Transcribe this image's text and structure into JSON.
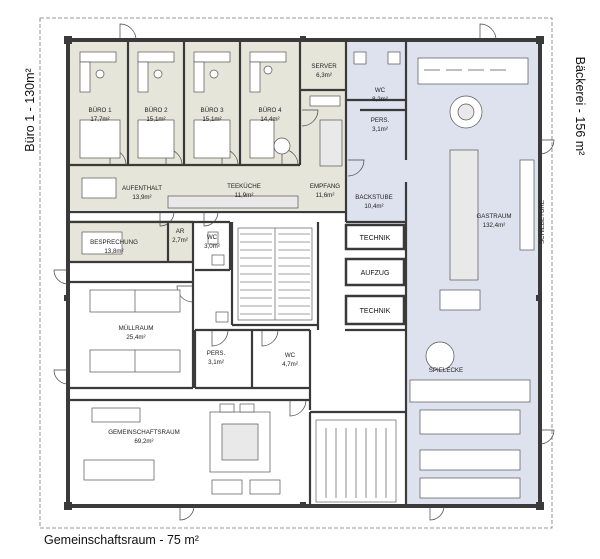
{
  "sides": {
    "left": "Büro 1 - 130m²",
    "right": "Bäckerei - 156 m²",
    "bottom": "Gemeinschaftsraum - 75 m²"
  },
  "rooms": {
    "buero1": {
      "name": "BÜRO 1",
      "area": "17,7m²"
    },
    "buero2": {
      "name": "BÜRO 2",
      "area": "15,1m²"
    },
    "buero3": {
      "name": "BÜRO 3",
      "area": "15,1m²"
    },
    "buero4": {
      "name": "BÜRO 4",
      "area": "14,4m²"
    },
    "server": {
      "name": "SERVER",
      "area": "6,3m²"
    },
    "wc_top": {
      "name": "WC",
      "area": "8,2m²"
    },
    "pers_top": {
      "name": "PERS.",
      "area": "3,1m²"
    },
    "aufenthalt": {
      "name": "AUFENTHALT",
      "area": "13,9m²"
    },
    "teekueche": {
      "name": "TEEKÜCHE",
      "area": "11,9m²"
    },
    "empfang": {
      "name": "EMPFANG",
      "area": "11,6m²"
    },
    "backstube": {
      "name": "BACKSTUBE",
      "area": "10,4m²"
    },
    "gastraum": {
      "name": "GASTRAUM",
      "area": "132,4m²"
    },
    "besprechung": {
      "name": "BESPRECHUNG",
      "area": "13,8m²"
    },
    "ar": {
      "name": "AR",
      "area": "2,7m²"
    },
    "wc_mid": {
      "name": "WC",
      "area": "3,0m²"
    },
    "muellraum": {
      "name": "MÜLLRAUM",
      "area": "25,4m²"
    },
    "pers_low": {
      "name": "PERS.",
      "area": "3,1m²"
    },
    "wc_low": {
      "name": "WC",
      "area": "4,7m²"
    },
    "spielecke": {
      "name": "SPIELECKE",
      "area": ""
    },
    "gemeinschaftsraum": {
      "name": "GEMEINSCHAFTSRAUM",
      "area": "69,2m²"
    }
  },
  "core": {
    "technik1": "TECHNIK",
    "aufzug": "AUFZUG",
    "technik2": "TECHNIK"
  },
  "schiebetuere": "SCHIEBETÜRE",
  "colors": {
    "office_floor": "#e6e5da",
    "bakery_floor": "#dde2ee",
    "wall": "#3a3a3a",
    "furniture": "#555555"
  }
}
